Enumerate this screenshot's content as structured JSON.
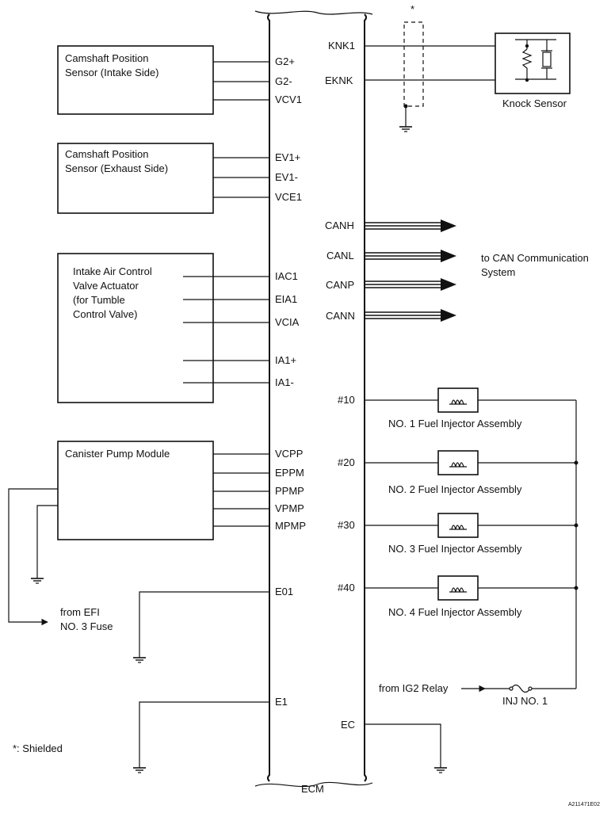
{
  "ecm": {
    "label": "ECM",
    "left_pins": {
      "g2p": "G2+",
      "g2m": "G2-",
      "vcv1": "VCV1",
      "ev1p": "EV1+",
      "ev1m": "EV1-",
      "vce1": "VCE1",
      "iac1": "IAC1",
      "eia1": "EIA1",
      "vcia": "VCIA",
      "ia1p": "IA1+",
      "ia1m": "IA1-",
      "vcpp": "VCPP",
      "eppm": "EPPM",
      "ppmp": "PPMP",
      "vpmp": "VPMP",
      "mpmp": "MPMP",
      "e01": "E01",
      "e1": "E1"
    },
    "right_pins": {
      "knk1": "KNK1",
      "eknk": "EKNK",
      "canh": "CANH",
      "canl": "CANL",
      "canp": "CANP",
      "cann": "CANN",
      "p10": "#10",
      "p20": "#20",
      "p30": "#30",
      "p40": "#40",
      "ec": "EC"
    }
  },
  "components": {
    "cam_intake": [
      "Camshaft Position",
      "Sensor (Intake Side)"
    ],
    "cam_exhaust": [
      "Camshaft Position",
      "Sensor (Exhaust Side)"
    ],
    "intake_air": [
      "Intake Air Control",
      "Valve Actuator",
      "(for Tumble",
      "Control Valve)"
    ],
    "canister": "Canister Pump Module",
    "knock_sensor": "Knock Sensor",
    "can_system": [
      "to CAN Communication",
      "System"
    ],
    "injectors": [
      "NO. 1 Fuel Injector Assembly",
      "NO. 2 Fuel Injector Assembly",
      "NO. 3 Fuel Injector Assembly",
      "NO. 4 Fuel Injector Assembly"
    ],
    "efi_fuse": [
      "from EFI",
      "NO. 3 Fuse"
    ],
    "ig2_relay": "from IG2 Relay",
    "inj_fuse": "INJ NO. 1"
  },
  "notes": {
    "shield_marker": "*",
    "shielded": "*: Shielded",
    "code": "A211471E02"
  }
}
